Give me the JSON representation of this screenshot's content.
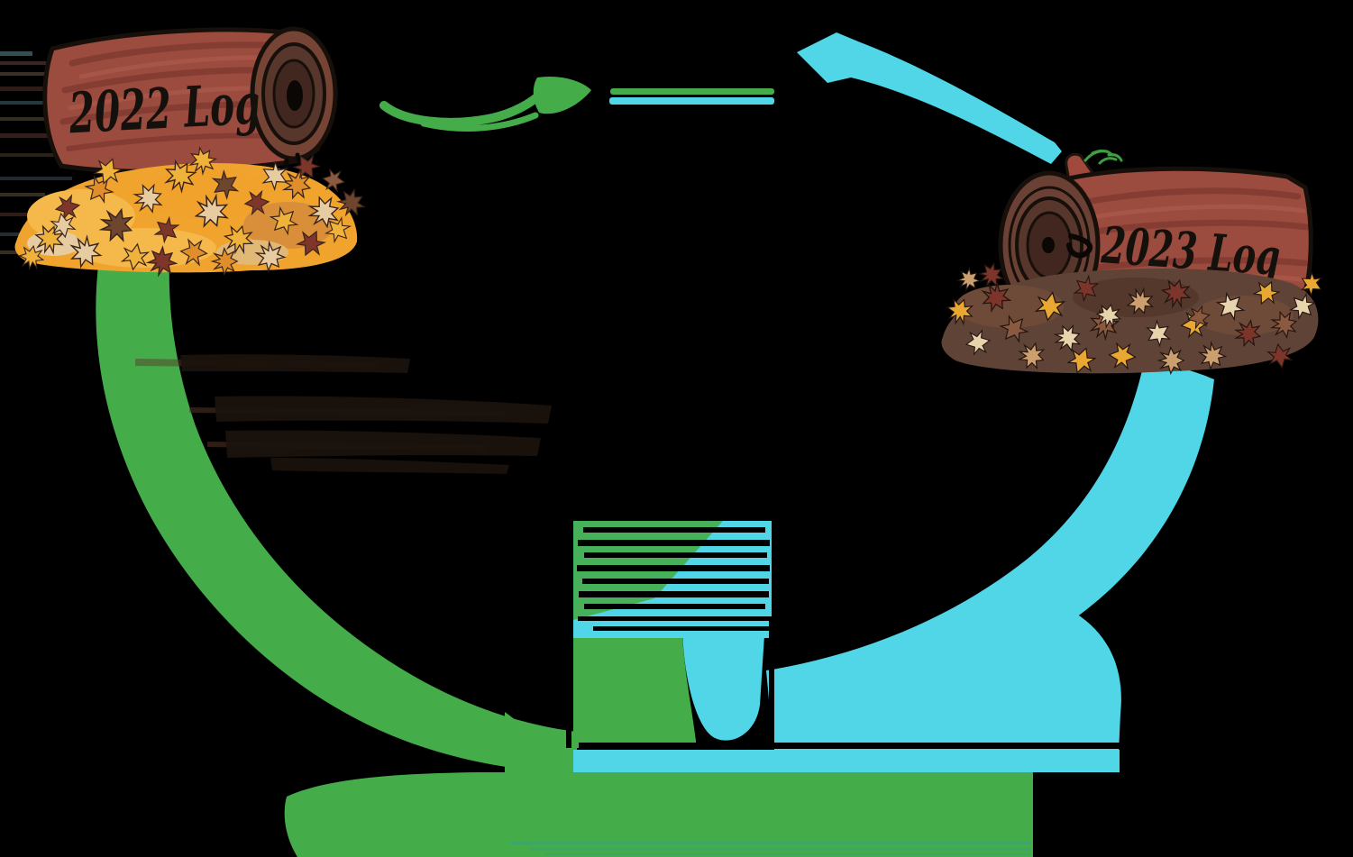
{
  "scene": {
    "description": "Hand-drawn log rotation cycle illustration on transparent (black) background",
    "logs": [
      {
        "id": "log-2022",
        "label": "2022 Log",
        "position": "top-left",
        "leaf_pile": "orange-golden"
      },
      {
        "id": "log-2023",
        "label": "2023 Log",
        "position": "right",
        "leaf_pile": "dark-brown"
      }
    ],
    "legend": {
      "items": [
        {
          "name": "green-line",
          "color": "#45AC4A"
        },
        {
          "name": "cyan-line",
          "color": "#50D6E6"
        }
      ]
    },
    "colors": {
      "background": "#000000",
      "arrow_green": "#45AC4A",
      "arrow_cyan": "#50D6E6",
      "log_body": "#9C4B3F",
      "log_shade": "#7C382F",
      "log_light": "#AD5B4C",
      "outline": "#170F0A",
      "cap_outer": "#754434",
      "cap_mid": "#57362B",
      "cap_inner": "#422720",
      "cap_hole": "#0B0705",
      "ink": "#14100C",
      "branch_leaf_green": "#3E9E40",
      "pile_2022_base": "#F0A42D",
      "pile_2023_base": "#5F4337",
      "smear_brown": "#4A2C1E",
      "artifact_teal": "#2FA08A"
    },
    "leaf_palette_2022": [
      "#EFB23A",
      "#7E352A",
      "#E6CCA0",
      "#E08E2B",
      "#6E4630"
    ],
    "leaf_palette_2023": [
      "#E8A832",
      "#E7D3AC",
      "#7C352B",
      "#8A5A40",
      "#CBA06E"
    ]
  }
}
